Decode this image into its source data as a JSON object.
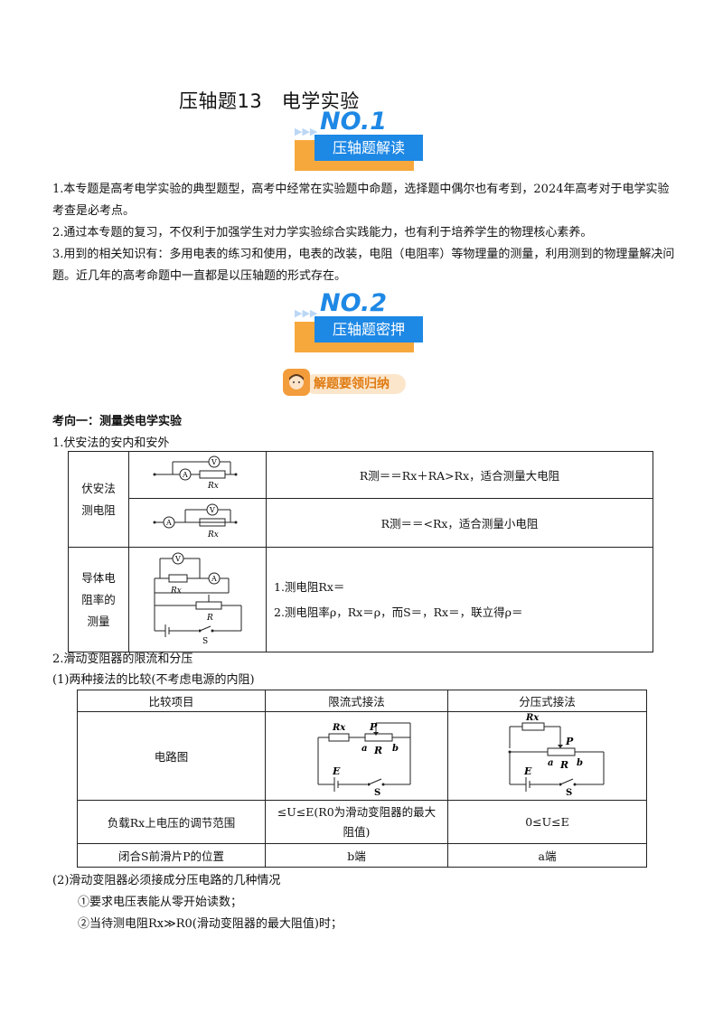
{
  "title": "压轴题13　电学实验",
  "banner1": {
    "no": "NO.1",
    "label": "压轴题解读"
  },
  "intro": [
    "1.本专题是高考电学实验的典型题型，高考中经常在实验题中命题，选择题中偶尔也有考到，2024年高考对于电学实验考查是必考点。",
    "2.通过本专题的复习，不仅利于加强学生对力学实验综合实践能力，也有利于培养学生的物理核心素养。",
    "3.用到的相关知识有：多用电表的练习和使用，电表的改装，电阻（电阻率）等物理量的测量，利用测到的物理量解决问题。近几年的高考命题中一直都是以压轴题的形式存在。"
  ],
  "banner2": {
    "no": "NO.2",
    "label": "压轴题密押"
  },
  "tag": "解题要领归纳",
  "section_heading": "考向一：测量类电学实验",
  "sub1": "1.伏安法的安内和安外",
  "table1": {
    "row1_label": "伏安法测电阻",
    "row1a_formula": "R测＝＝Rx＋RA>Rx，适合测量大电阻",
    "row1b_formula": "R测＝＝<Rx，适合测量小电阻",
    "row2_label": "导体电阻率的测量",
    "row2_line1": "1.测电阻Rx＝",
    "row2_line2": "2.测电阻率ρ，Rx＝ρ，而S＝，Rx＝，联立得ρ＝"
  },
  "sub2": "2.滑动变阻器的限流和分压",
  "sub2_1": "(1)两种接法的比较(不考虑电源的内阻)",
  "table2": {
    "headers": [
      "比较项目",
      "限流式接法",
      "分压式接法"
    ],
    "row_circuit": "电路图",
    "row_range_label": "负载Rx上电压的调节范围",
    "row_range_limit": "≤U≤E(R0为滑动变阻器的最大阻值)",
    "row_range_divider": "0≤U≤E",
    "row_pos_label": "闭合S前滑片P的位置",
    "row_pos_limit": "b端",
    "row_pos_divider": "a端"
  },
  "sub2_2": "(2)滑动变阻器必须接成分压电路的几种情况",
  "case1": "①要求电压表能从零开始读数；",
  "case2": "②当待测电阻Rx≫R0(滑动变阻器的最大阻值)时；",
  "circuit_labels": {
    "V": "V",
    "A": "A",
    "Rx": "Rx",
    "R": "R",
    "S": "S",
    "E": "E",
    "P": "P",
    "a": "a",
    "b": "b"
  }
}
